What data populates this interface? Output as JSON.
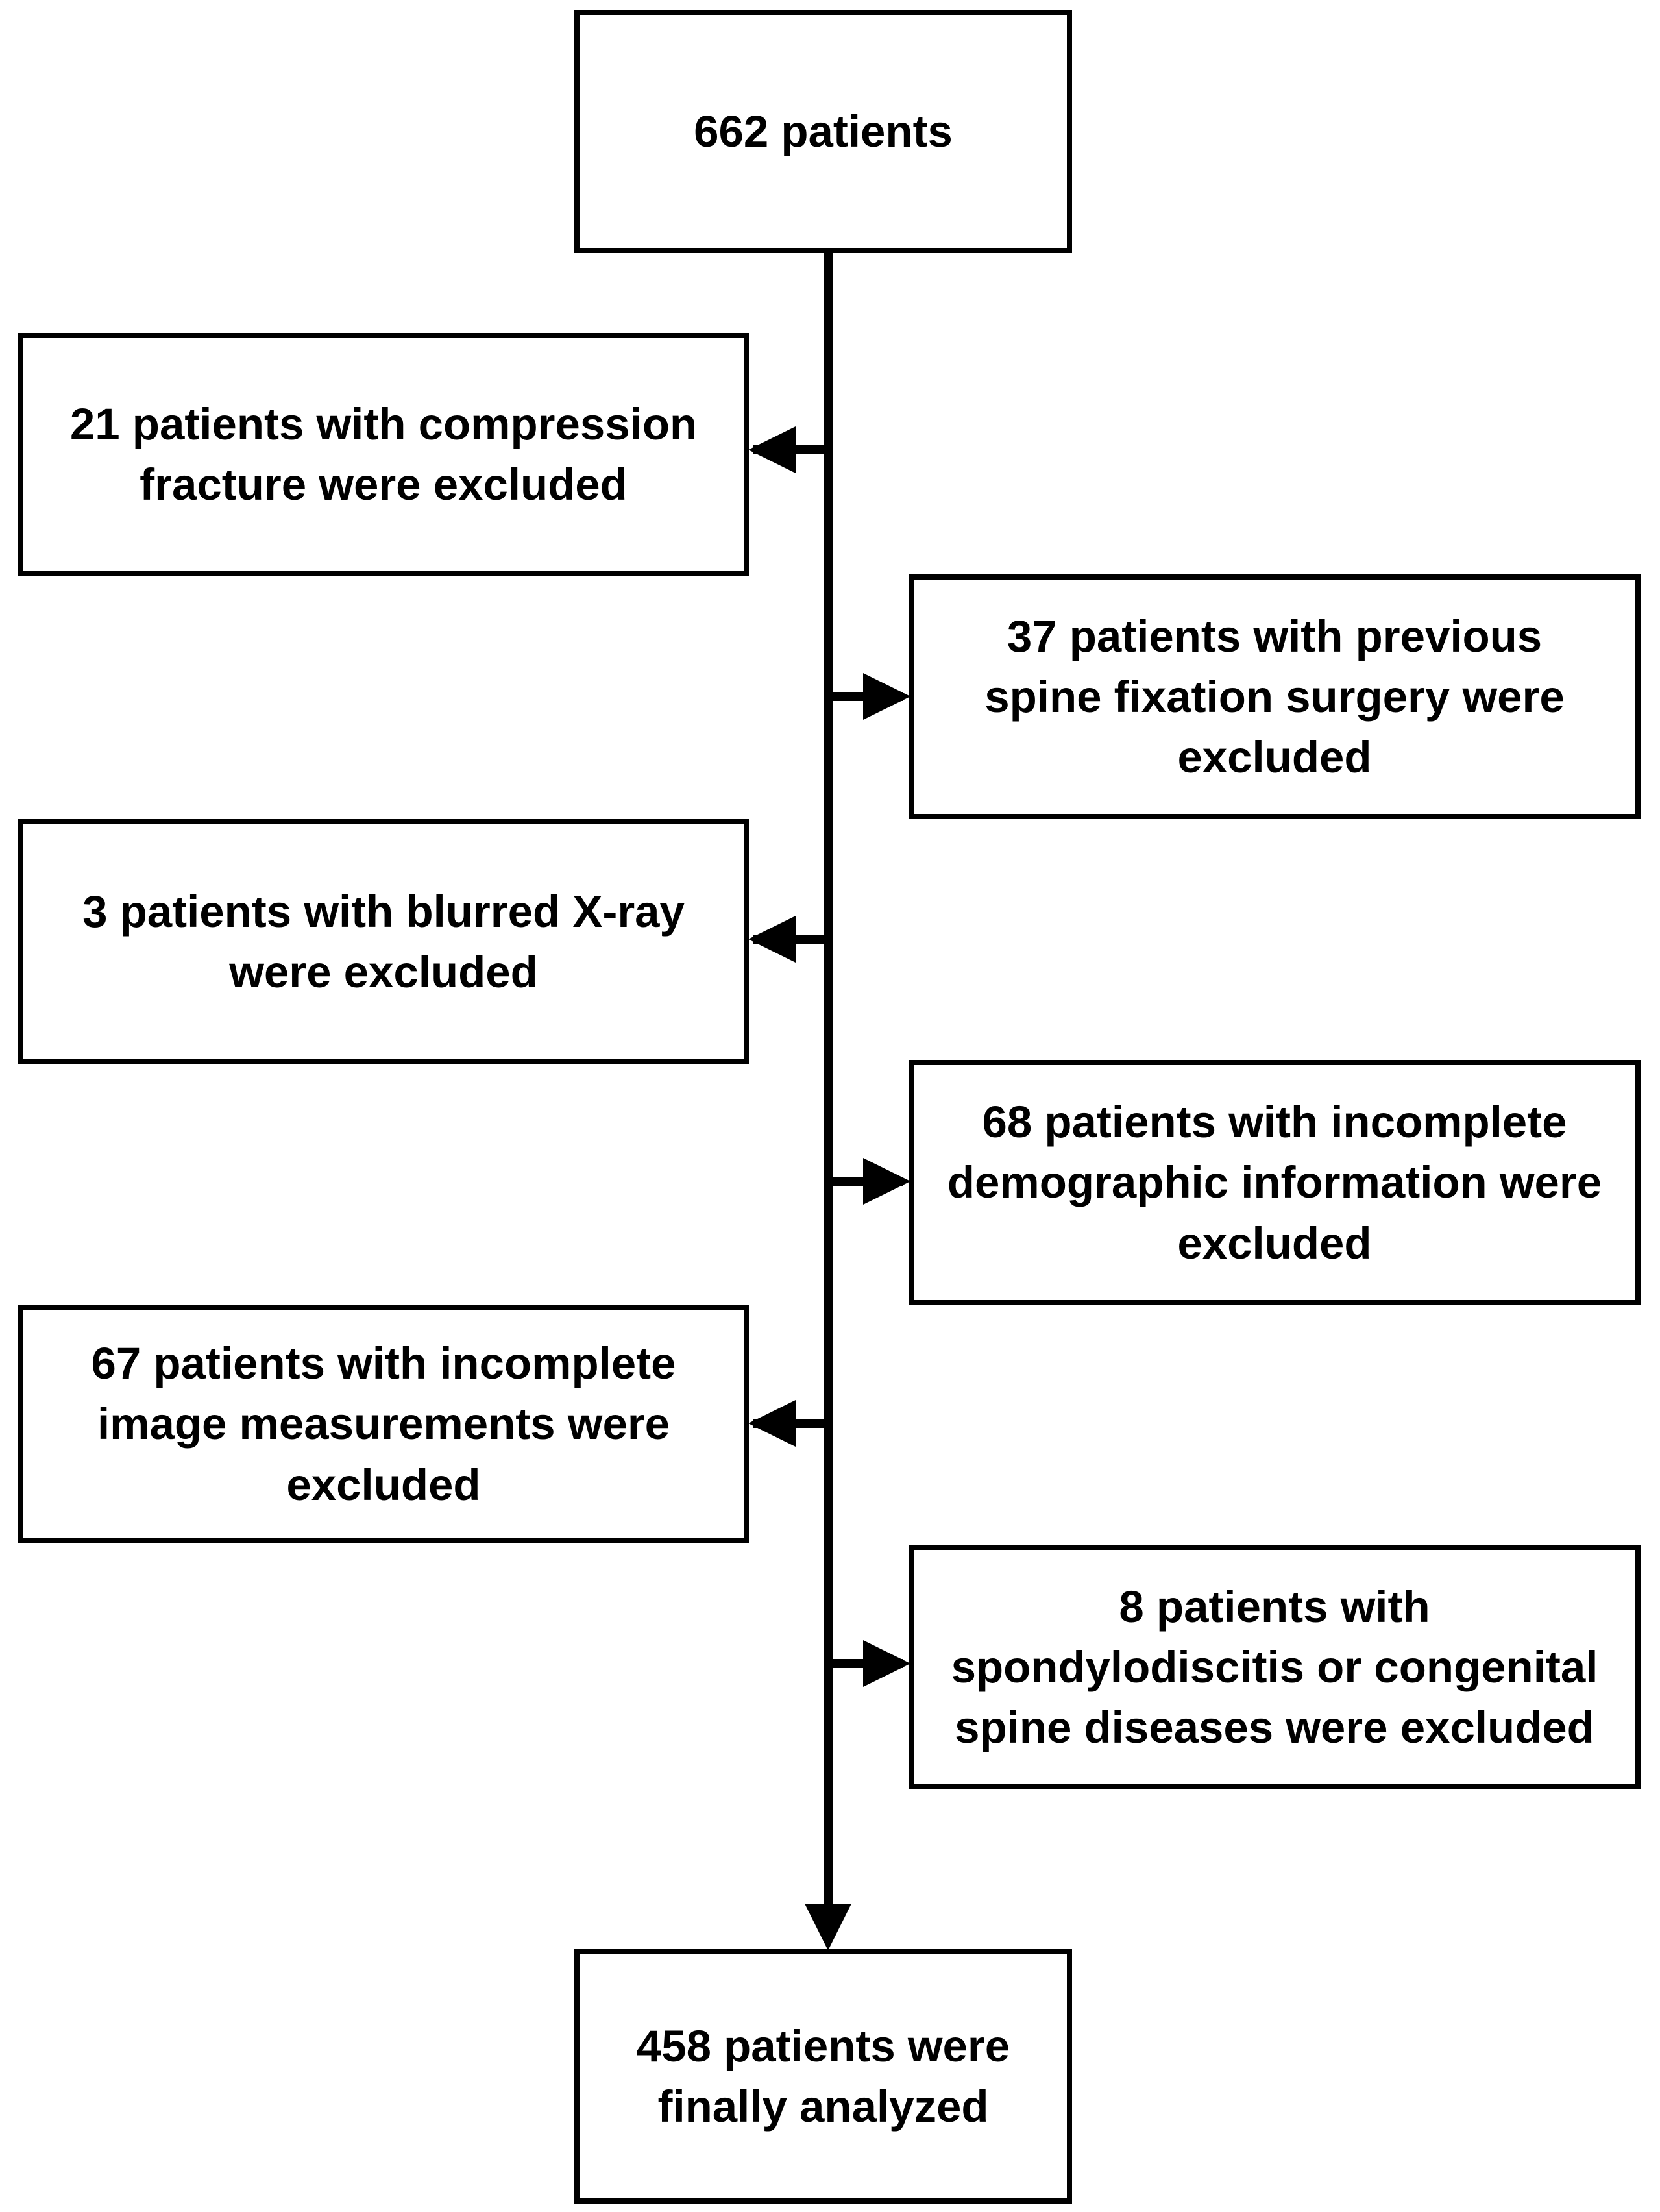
{
  "figure": {
    "type": "flowchart",
    "colors": {
      "background": "#ffffff",
      "line": "#000000",
      "box_fill": "#ffffff",
      "text": "#000000"
    },
    "nodes": {
      "start": {
        "lines": [
          "662 patients"
        ]
      },
      "excluded_compression": {
        "lines": [
          "21 patients with compression",
          "fracture were excluded"
        ]
      },
      "excluded_fixation": {
        "lines": [
          "37 patients with previous",
          "spine fixation surgery were",
          "excluded"
        ]
      },
      "excluded_blurred": {
        "lines": [
          "3 patients with blurred X-ray",
          "were excluded"
        ]
      },
      "excluded_demographic": {
        "lines": [
          "68 patients with incomplete",
          "demographic information were",
          "excluded"
        ]
      },
      "excluded_measurements": {
        "lines": [
          "67 patients with incomplete",
          "image measurements were",
          "excluded"
        ]
      },
      "excluded_spondylodiscitis": {
        "lines": [
          "8 patients with",
          "spondylodiscitis or congenital",
          "spine diseases were excluded"
        ]
      },
      "final": {
        "lines": [
          "458 patients were",
          "finally analyzed"
        ]
      }
    }
  }
}
